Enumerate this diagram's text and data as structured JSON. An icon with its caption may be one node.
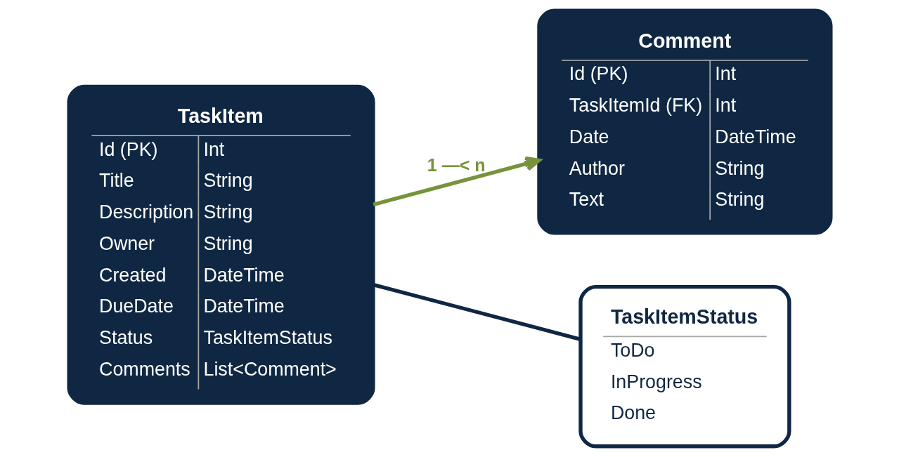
{
  "diagram": {
    "nodes": [
      {
        "text": [
          "TaskItem",
          "Id (PK)",
          "Title",
          "Description",
          "Owner",
          "Created",
          "DueDate",
          "Status",
          "Comments",
          "Int",
          "String",
          "String",
          "String",
          "DateTime",
          "DateTime",
          "TaskItemStatus",
          "List<Comment>"
        ]
      },
      {
        "text": [
          "Comment",
          "Id (PK)",
          "TaskItemId (FK)",
          "Date",
          "Author",
          "Text",
          "Int",
          "Int",
          "DateTime",
          "String",
          "String"
        ]
      },
      {
        "text": [
          "TaskItemStatus",
          "ToDo",
          "InProgress",
          "Done"
        ]
      }
    ],
    "edges": [
      {
        "from": 0,
        "to": 1,
        "arrow": "to",
        "label": "1 —< n",
        "color": "#77933c"
      },
      {
        "from": 0,
        "to": 2,
        "arrow": "none",
        "color": "#0f2742"
      }
    ]
  }
}
